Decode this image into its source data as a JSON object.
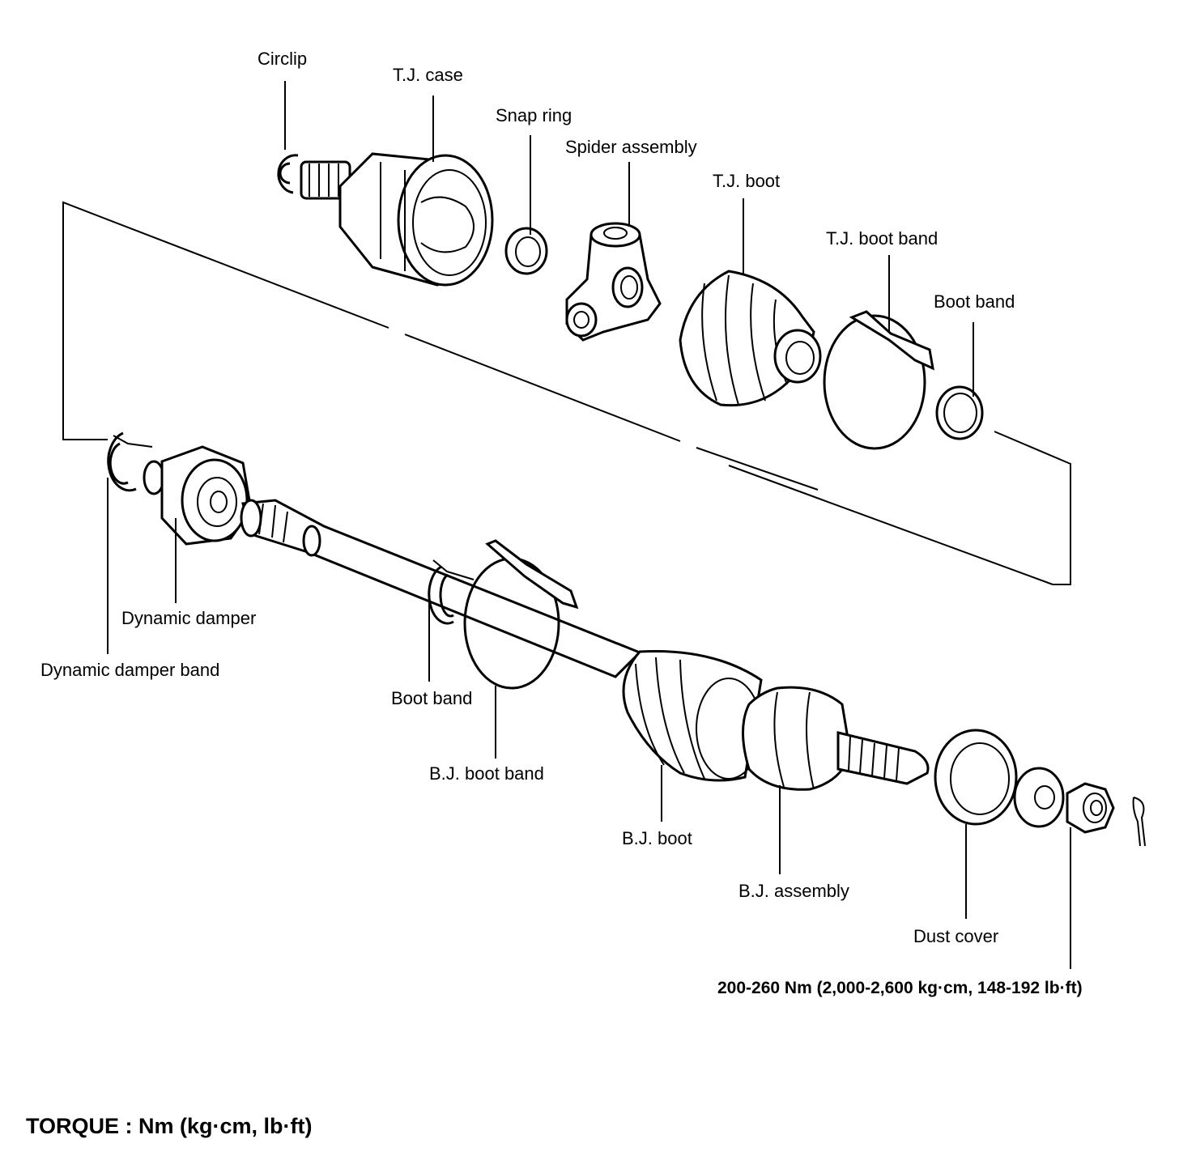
{
  "labels": {
    "circlip": "Circlip",
    "tj_case": "T.J. case",
    "snap_ring": "Snap ring",
    "spider_assembly": "Spider assembly",
    "tj_boot": "T.J. boot",
    "tj_boot_band": "T.J. boot band",
    "boot_band_top": "Boot band",
    "dynamic_damper": "Dynamic damper",
    "dynamic_damper_band": "Dynamic damper band",
    "boot_band_bottom": "Boot band",
    "bj_boot_band": "B.J. boot band",
    "bj_boot": "B.J. boot",
    "bj_assembly": "B.J. assembly",
    "dust_cover": "Dust cover",
    "nut_torque": "200-260 Nm (2,000-2,600 kg·cm, 148-192 lb·ft)"
  },
  "torque_title": "TORQUE : Nm (kg·cm, lb·ft)",
  "colors": {
    "ink": "#000000",
    "paper": "#ffffff"
  }
}
